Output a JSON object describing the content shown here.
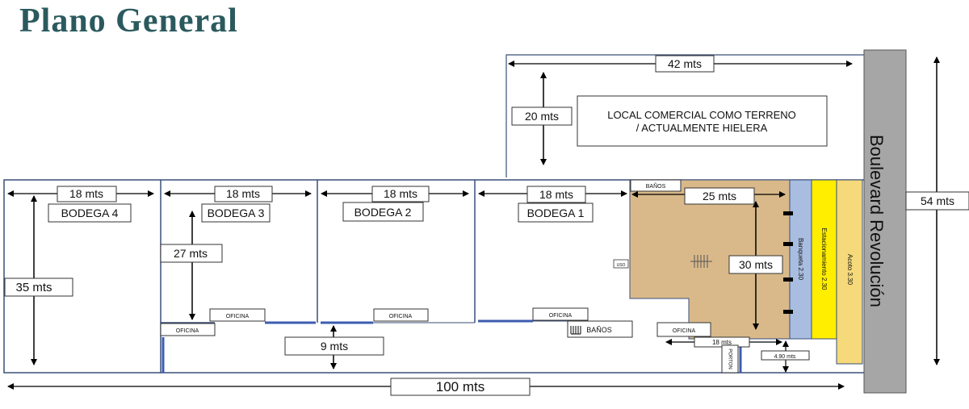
{
  "title": "Plano General",
  "colors": {
    "title": "#2b5a5e",
    "walls": "#3b4f7a",
    "local_area": "#d9b98a",
    "banqueta": "#a9bde0",
    "estacionamiento": "#ffee00",
    "acotamiento": "#f5d97a",
    "boulevard": "#a6a6a6"
  },
  "local_comercial": {
    "label_line1": "LOCAL COMERCIAL COMO TERRENO",
    "label_line2": "/ ACTUALMENTE HIELERA",
    "width": "42 mts",
    "depth": "20 mts"
  },
  "boulevard": {
    "name": "Boulevard Revolución",
    "length": "54 mts"
  },
  "strips": {
    "banqueta": "Banqueta 2.30",
    "estacionamiento": "Estacionamiento 2.30",
    "acotamiento": "Acoto 3.30"
  },
  "bodegas": [
    {
      "name": "BODEGA 4",
      "width": "18 mts"
    },
    {
      "name": "BODEGA 3",
      "width": "18 mts"
    },
    {
      "name": "BODEGA 2",
      "width": "18 mts"
    },
    {
      "name": "BODEGA 1",
      "width": "18 mts"
    }
  ],
  "dimensions": {
    "total_depth": "35 mts",
    "bodega3_depth": "27 mts",
    "corridor": "9 mts",
    "total_length": "100 mts",
    "nave_width": "25 mts",
    "nave_depth": "30 mts",
    "small_width": "18 mts",
    "small_gap": "4.90 mts"
  },
  "rooms": {
    "banos_top": "BAÑOS",
    "banos_bottom": "BAÑOS",
    "oficina_1": "OFICINA",
    "oficina_2": "OFICINA",
    "oficina_3": "OFICINA",
    "oficina_4": "OFICINA",
    "oficina_5": "OFICINA",
    "portón": "PORTON",
    "uso": "USO"
  }
}
